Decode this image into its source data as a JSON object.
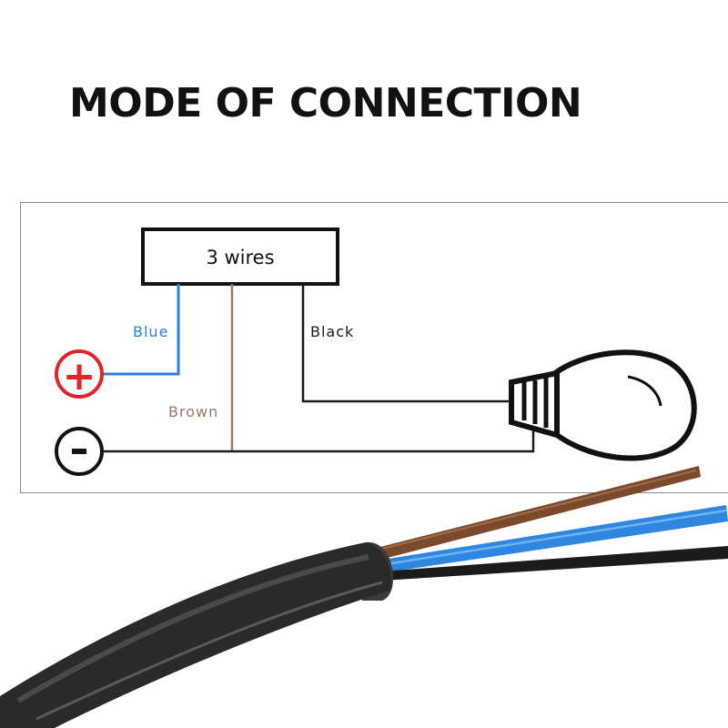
{
  "title": "MODE OF CONNECTION",
  "diagram": {
    "box_label": "3 wires",
    "wire_labels": {
      "blue": "Blue",
      "brown": "Brown",
      "black": "Black"
    },
    "terminals": {
      "positive": "+",
      "negative": "-"
    },
    "load": "bulb-icon"
  },
  "colors": {
    "blue_wire": "#2f7fd6",
    "brown_wire": "#9a7864",
    "black_wire": "#1a1a1a",
    "positive_terminal": "#e0262a",
    "cable_jacket": "#2a2a2a",
    "cable_brown": "#7b4a2c",
    "cable_blue": "#2e86e0"
  }
}
